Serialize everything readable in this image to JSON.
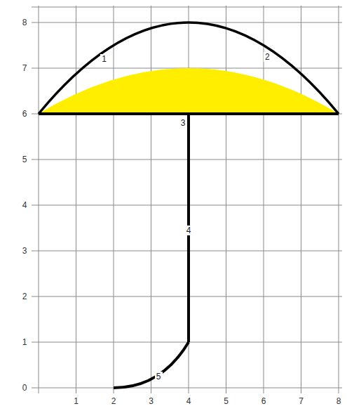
{
  "diagram": {
    "labels": [
      "8",
      "7",
      "6",
      "5",
      "4",
      "3",
      "2",
      "1",
      "0",
      "1",
      "2",
      "3",
      "4",
      "5",
      "6",
      "7",
      "8",
      "1",
      "2",
      "3",
      "4",
      "5"
    ]
  }
}
